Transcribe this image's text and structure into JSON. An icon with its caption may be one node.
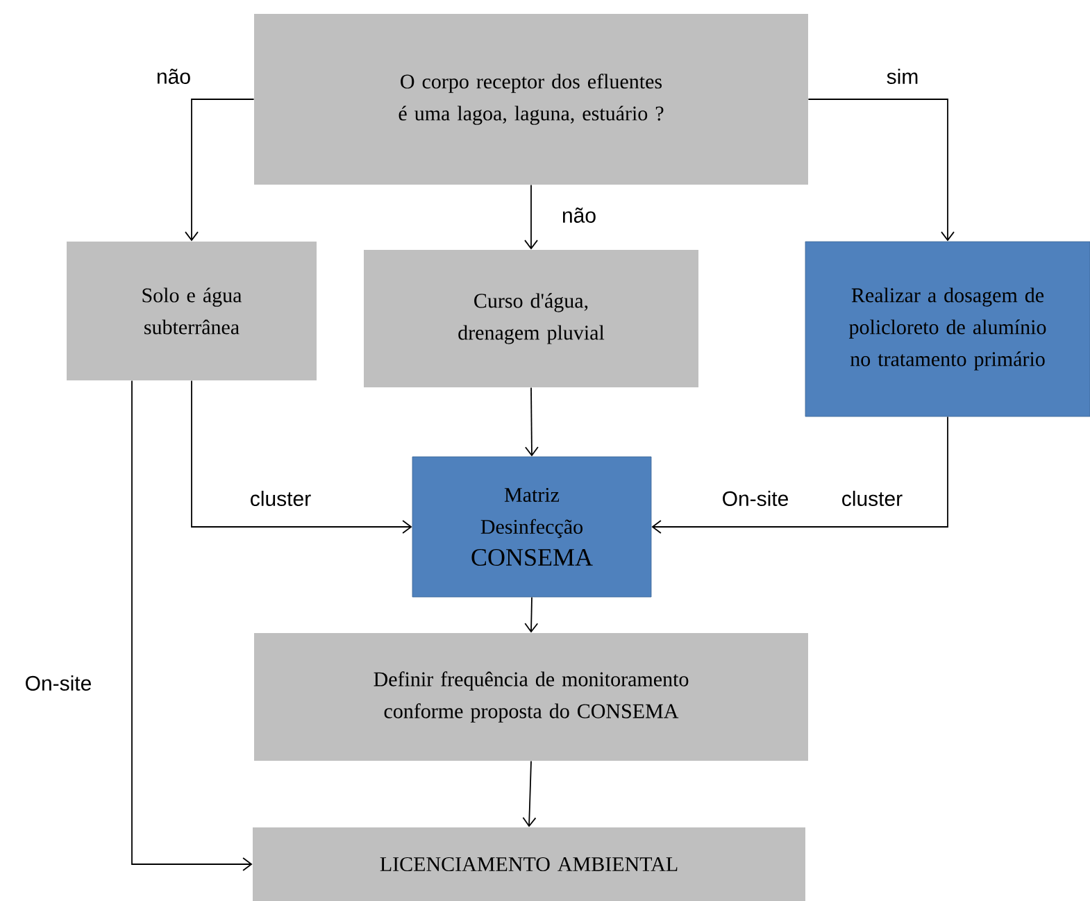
{
  "diagram": {
    "nodes": [
      {
        "text": [
          "O corpo receptor dos efluentes é uma lagoa, laguna, estuário ?"
        ]
      },
      {
        "text": [
          "Solo e água subterrânea"
        ]
      },
      {
        "text": [
          "Curso d'água, drenagem pluvial"
        ]
      },
      {
        "text": [
          "Realizar a dosagem de policloreto de alumínio no tratamento primário"
        ]
      },
      {
        "text": [
          "Matriz Desinfecção",
          "CONSEMA"
        ]
      },
      {
        "text": [
          "Definir frequência de monitoramento conforme proposta do CONSEMA"
        ]
      },
      {
        "text": [
          "LICENCIAMENTO AMBIENTAL"
        ]
      }
    ],
    "edges": [
      {
        "from": 0,
        "to": 1,
        "arrow": "to",
        "label": "não"
      },
      {
        "from": 0,
        "to": 2,
        "arrow": "to",
        "label": "não"
      },
      {
        "from": 0,
        "to": 3,
        "arrow": "to",
        "label": "sim"
      },
      {
        "from": 1,
        "to": 4,
        "arrow": "to",
        "label": "cluster"
      },
      {
        "from": 2,
        "to": 4,
        "arrow": "to"
      },
      {
        "from": 3,
        "to": 4,
        "arrow": "to",
        "label": "cluster"
      },
      {
        "from": 4,
        "to": 5,
        "arrow": "to"
      },
      {
        "from": 5,
        "to": 6,
        "arrow": "to"
      },
      {
        "from": 1,
        "to": 6,
        "arrow": "to",
        "label": "On-site"
      }
    ],
    "labels": [
      "On-site"
    ]
  }
}
